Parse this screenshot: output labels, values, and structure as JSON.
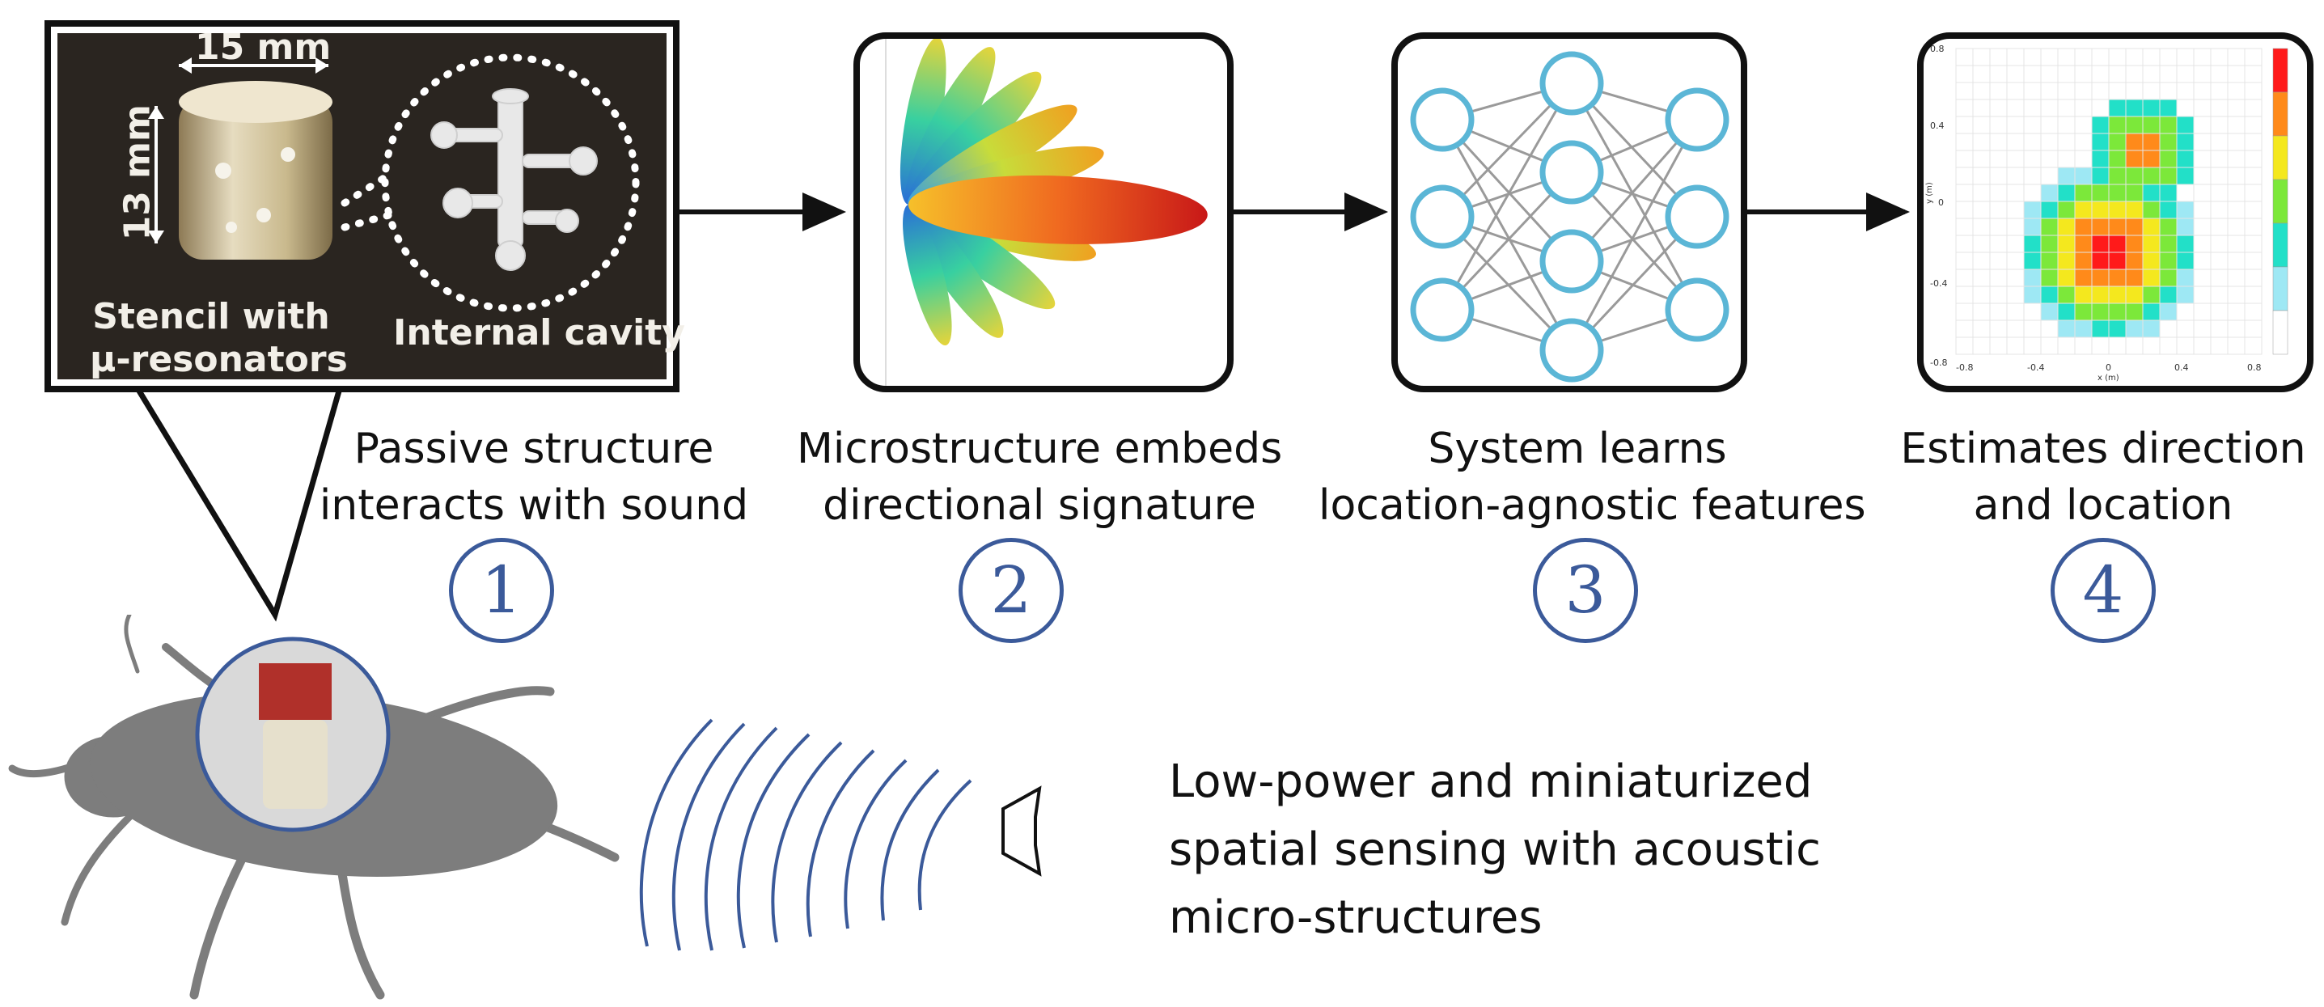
{
  "inset": {
    "width_label": "15 mm",
    "height_label": "13 mm",
    "stencil_label_line1": "Stencil with",
    "stencil_label_line2": "µ-resonators",
    "cavity_label": "Internal cavity"
  },
  "steps": [
    {
      "number": "1",
      "caption_line1": "Passive structure",
      "caption_line2": "interacts with sound"
    },
    {
      "number": "2",
      "caption_line1": "Microstructure embeds",
      "caption_line2": "directional signature"
    },
    {
      "number": "3",
      "caption_line1": "System learns",
      "caption_line2": "location-agnostic features"
    },
    {
      "number": "4",
      "caption_line1": "Estimates direction",
      "caption_line2": "and location"
    }
  ],
  "summary": {
    "line1": "Low-power and miniaturized",
    "line2": "spatial sensing with acoustic",
    "line3": "micro-structures"
  },
  "heatmap": {
    "x_ticks": [
      "-0.8",
      "-0.4",
      "0",
      "0.4",
      "0.8"
    ],
    "y_ticks": [
      "0.8",
      "0.4",
      "0",
      "-0.4",
      "-0.8"
    ],
    "x_label": "x (m)",
    "y_label": "y (m)"
  },
  "colors": {
    "stroke": "#111111",
    "accent_blue": "#3b5a9a",
    "node_blue": "#5bb6d6",
    "edge_gray": "#9a9a9a",
    "inset_bg": "#2a2520"
  }
}
